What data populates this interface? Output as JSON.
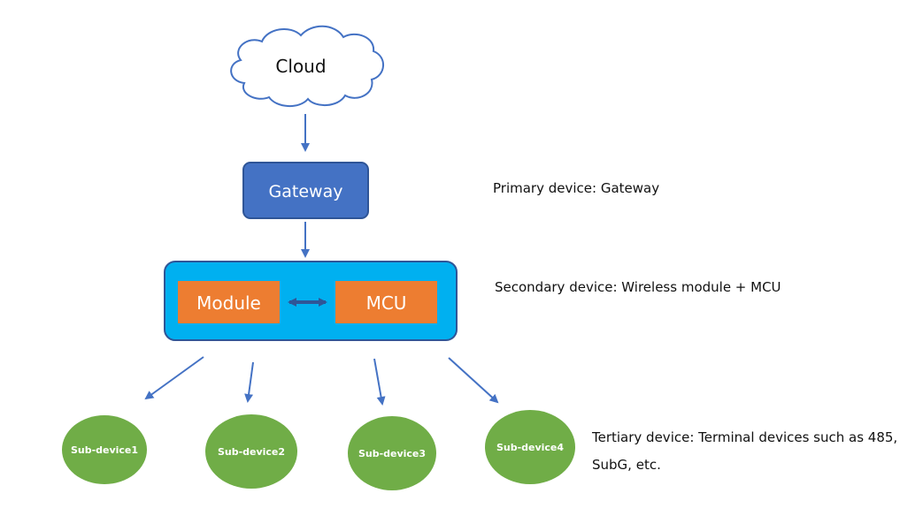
{
  "nodes": {
    "cloud": "Cloud",
    "gateway": "Gateway",
    "module": "Module",
    "mcu": "MCU",
    "sub_devices": [
      "Sub-device1",
      "Sub-device2",
      "Sub-device3",
      "Sub-device4"
    ]
  },
  "descriptions": {
    "primary": "Primary device: Gateway",
    "secondary": "Secondary device: Wireless module + MCU",
    "tertiary_line1": "Tertiary device: Terminal devices such as 485,",
    "tertiary_line2": "SubG, etc."
  },
  "colors": {
    "gateway_fill": "#4472c4",
    "secondary_container_fill": "#00b0f0",
    "orange_box_fill": "#ed7d31",
    "sub_device_fill": "#70ad47",
    "arrow_color": "#4472c4"
  }
}
